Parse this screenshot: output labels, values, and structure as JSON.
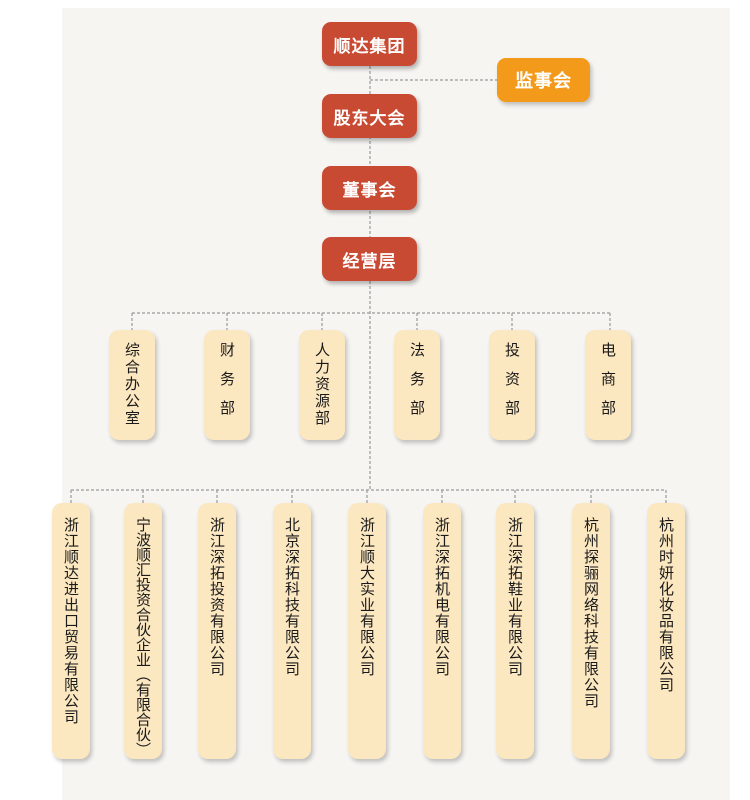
{
  "top_chain": [
    "顺达集团",
    "股东大会",
    "董事会",
    "经营层"
  ],
  "supervisor": "监事会",
  "departments": [
    "综合办公室",
    "财务部",
    "人力资源部",
    "法务部",
    "投资部",
    "电商部"
  ],
  "companies": [
    "浙江顺达进出口贸易有限公司",
    "宁波顺汇投资合伙企业（有限合伙）",
    "浙江深拓投资有限公司",
    "北京深拓科技有限公司",
    "浙江顺大实业有限公司",
    "浙江深拓机电有限公司",
    "浙江深拓鞋业有限公司",
    "杭州探骊网络科技有限公司",
    "杭州时妍化妆品有限公司"
  ],
  "colors": {
    "chain_box": "#c84a32",
    "supervisor_box": "#f39a1b",
    "unit_box": "#fbe7c0",
    "connector": "#9a9a9a"
  }
}
